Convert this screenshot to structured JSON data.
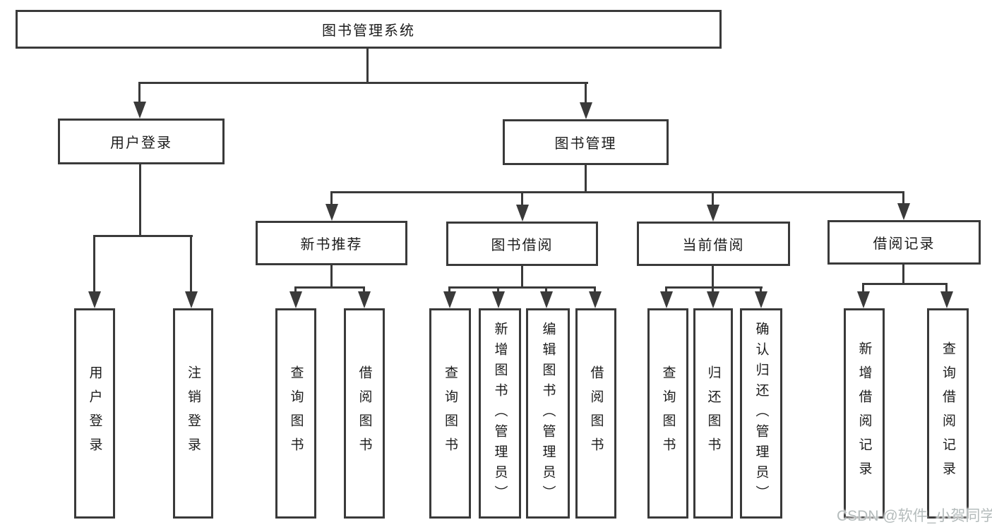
{
  "diagram": {
    "root": {
      "label": "图书管理系统"
    },
    "level2": [
      {
        "label": "用户登录"
      },
      {
        "label": "图书管理"
      }
    ],
    "level3": [
      {
        "label": "新书推荐"
      },
      {
        "label": "图书借阅"
      },
      {
        "label": "当前借阅"
      },
      {
        "label": "借阅记录"
      }
    ],
    "leaves": {
      "user_login": [
        "用户登录",
        "注销登录"
      ],
      "new_book": [
        "查询图书",
        "借阅图书"
      ],
      "book_borrow": [
        "查询图书",
        "新增图书（管理员）",
        "编辑图书（管理员）",
        "借阅图书"
      ],
      "current_borrow": [
        "查询图书",
        "归还图书",
        "确认归还（管理员）"
      ],
      "borrow_record": [
        "新增借阅记录",
        "查询借阅记录"
      ]
    }
  },
  "watermark": {
    "text": "CSDN @软件_小贺同学"
  },
  "colors": {
    "line": "#3a3a3a",
    "text": "#1c1c1c",
    "background": "#ffffff",
    "watermark": "#b5bcbc"
  }
}
